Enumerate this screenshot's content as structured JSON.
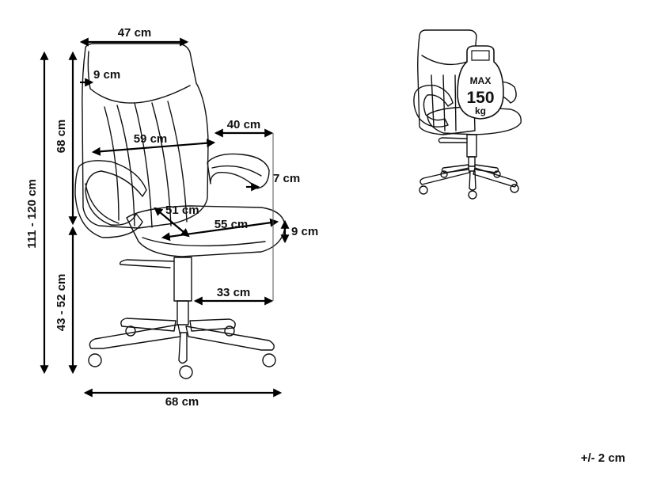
{
  "dimensions": {
    "back_width": "47 cm",
    "back_padding": "9 cm",
    "back_height": "68 cm",
    "total_height": "111 - 120 cm",
    "seat_height": "43 - 52 cm",
    "inner_width": "59 cm",
    "armrest_length": "40 cm",
    "armrest_width": "7 cm",
    "seat_depth_diag": "51 cm",
    "seat_width": "55 cm",
    "seat_thickness": "9 cm",
    "base_radius": "33 cm",
    "base_width": "68 cm"
  },
  "max_load": {
    "line1": "MAX",
    "line2": "150",
    "line3": "kg"
  },
  "tolerance": "+/- 2 cm"
}
